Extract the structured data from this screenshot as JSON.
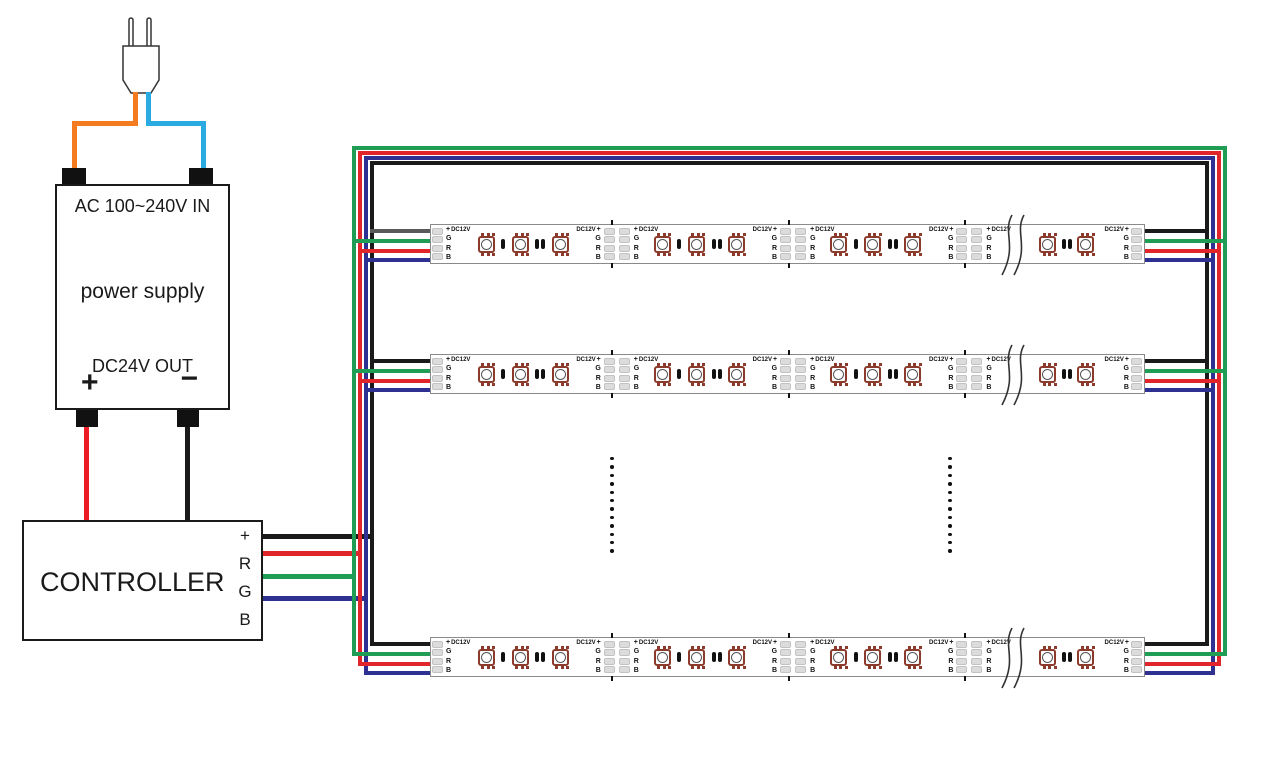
{
  "power_supply": {
    "input_label": "AC 100~240V IN",
    "device_label": "power supply",
    "output_label": "DC24V OUT",
    "positive_label": "+",
    "negative_label": "−"
  },
  "controller": {
    "device_label": "CONTROLLER",
    "terminals": [
      "+",
      "R",
      "G",
      "B"
    ]
  },
  "led_strip": {
    "voltage_label": "DC12V",
    "pad_labels": [
      "+",
      "G",
      "R",
      "B"
    ],
    "strip_count": 3,
    "segments_per_strip": 3,
    "leds_per_segment": 3,
    "leds_after_break": 2
  },
  "continuation_dots": {
    "columns": 2,
    "dots_per_column": 12
  },
  "colors": {
    "wire_plus": "#1a1a1a",
    "wire_plus_gray": "#58595b",
    "wire_r": "#e0252b",
    "wire_g": "#1f9d55",
    "wire_b": "#2e3192",
    "ac_live": "#f47b20",
    "ac_neutral": "#29abe2",
    "psu_plus": "#ed1c24",
    "terminal": "#111111"
  }
}
